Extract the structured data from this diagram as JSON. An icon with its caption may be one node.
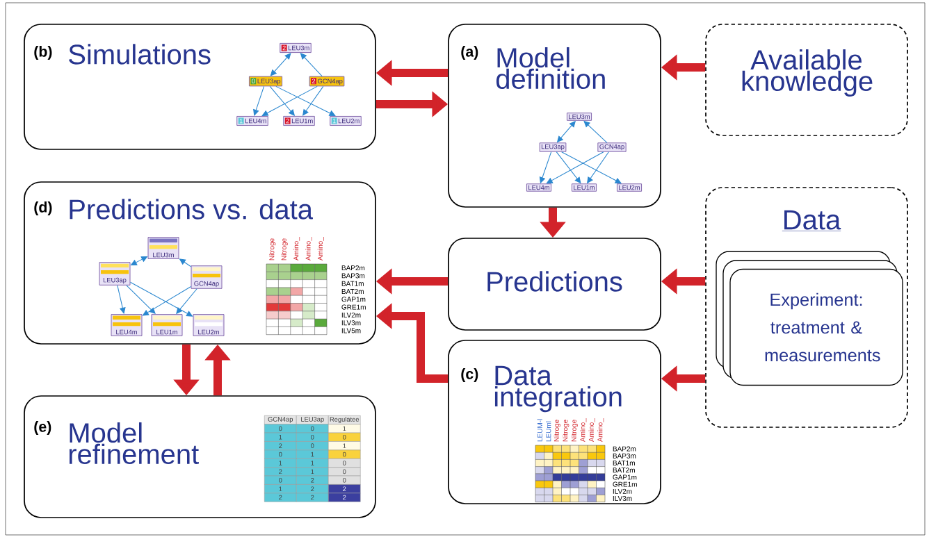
{
  "diagram": {
    "nodes": [
      {
        "text": [
          "(b)",
          "Simulations"
        ]
      },
      {
        "text": [
          "2",
          "LEU3m"
        ],
        "in": 0
      },
      {
        "text": [
          "0",
          "LEU3ap"
        ],
        "in": 0
      },
      {
        "text": [
          "2",
          "GCN4ap"
        ],
        "in": 0
      },
      {
        "text": [
          "1",
          "LEU4m"
        ],
        "in": 0
      },
      {
        "text": [
          "2",
          "LEU1m"
        ],
        "in": 0
      },
      {
        "text": [
          "1",
          "LEU2m"
        ],
        "in": 0
      },
      {
        "text": [
          "(a)",
          "Model definition"
        ]
      },
      {
        "text": [
          "LEU3m"
        ],
        "in": 7
      },
      {
        "text": [
          "LEU3ap"
        ],
        "in": 7
      },
      {
        "text": [
          "GCN4ap"
        ],
        "in": 7
      },
      {
        "text": [
          "LEU4m"
        ],
        "in": 7
      },
      {
        "text": [
          "LEU1m"
        ],
        "in": 7
      },
      {
        "text": [
          "LEU2m"
        ],
        "in": 7
      },
      {
        "text": [
          "Available knowledge"
        ]
      },
      {
        "text": [
          "(d)",
          "Predictions vs. data"
        ]
      },
      {
        "text": [
          "LEU3m"
        ],
        "in": 15
      },
      {
        "text": [
          "LEU3ap"
        ],
        "in": 15
      },
      {
        "text": [
          "GCN4ap"
        ],
        "in": 15
      },
      {
        "text": [
          "LEU4m"
        ],
        "in": 15
      },
      {
        "text": [
          "LEU1m"
        ],
        "in": 15
      },
      {
        "text": [
          "LEU2m"
        ],
        "in": 15
      },
      {
        "text": [
          "Predictions"
        ]
      },
      {
        "text": [
          "Data"
        ]
      },
      {
        "text": [
          "Experiment: treatment & measurements"
        ],
        "in": 23
      },
      {
        "text": [
          "(c)",
          "Data integration"
        ]
      },
      {
        "text": [
          "(e)",
          "Model refinement"
        ]
      }
    ],
    "edges": [
      {
        "from": 7,
        "to": 0,
        "arrow": "to",
        "style": "thick",
        "color": "#d2232a"
      },
      {
        "from": 0,
        "to": 7,
        "arrow": "to",
        "style": "thick",
        "color": "#d2232a"
      },
      {
        "from": 14,
        "to": 7,
        "arrow": "to",
        "style": "thick",
        "color": "#d2232a"
      },
      {
        "from": 7,
        "to": 22,
        "arrow": "to",
        "style": "thick",
        "color": "#d2232a"
      },
      {
        "from": 22,
        "to": 15,
        "arrow": "to",
        "style": "thick",
        "color": "#d2232a"
      },
      {
        "from": 23,
        "to": 22,
        "arrow": "to",
        "style": "thick",
        "color": "#d2232a"
      },
      {
        "from": 23,
        "to": 25,
        "arrow": "to",
        "style": "thick",
        "color": "#d2232a"
      },
      {
        "from": 25,
        "to": 15,
        "arrow": "to",
        "style": "thick",
        "color": "#d2232a"
      },
      {
        "from": 15,
        "to": 26,
        "arrow": "to",
        "style": "thick",
        "color": "#d2232a"
      },
      {
        "from": 26,
        "to": 15,
        "arrow": "to",
        "style": "thick",
        "color": "#d2232a"
      },
      {
        "from": 2,
        "to": 1,
        "arrow": "both"
      },
      {
        "from": 3,
        "to": 1,
        "arrow": "to"
      },
      {
        "from": 2,
        "to": 4,
        "arrow": "to"
      },
      {
        "from": 2,
        "to": 5,
        "arrow": "to"
      },
      {
        "from": 2,
        "to": 6,
        "arrow": "to"
      },
      {
        "from": 3,
        "to": 4,
        "arrow": "to"
      },
      {
        "from": 3,
        "to": 5,
        "arrow": "to"
      },
      {
        "from": 9,
        "to": 8,
        "arrow": "both"
      },
      {
        "from": 10,
        "to": 8,
        "arrow": "to"
      },
      {
        "from": 9,
        "to": 11,
        "arrow": "to"
      },
      {
        "from": 9,
        "to": 12,
        "arrow": "to"
      },
      {
        "from": 9,
        "to": 13,
        "arrow": "to"
      },
      {
        "from": 10,
        "to": 11,
        "arrow": "to"
      },
      {
        "from": 10,
        "to": 12,
        "arrow": "to"
      },
      {
        "from": 17,
        "to": 16,
        "arrow": "both"
      },
      {
        "from": 18,
        "to": 16,
        "arrow": "to"
      },
      {
        "from": 17,
        "to": 19,
        "arrow": "to"
      },
      {
        "from": 17,
        "to": 20,
        "arrow": "to"
      },
      {
        "from": 17,
        "to": 21,
        "arrow": "to"
      },
      {
        "from": 18,
        "to": 19,
        "arrow": "to"
      },
      {
        "from": 18,
        "to": 20,
        "arrow": "to"
      }
    ],
    "labels": [
      "Nitroge",
      "Nitroge",
      "Amino_",
      "Amino_",
      "Amino_",
      "BAP2m",
      "BAP3m",
      "BAT1m",
      "BAT2m",
      "GAP1m",
      "GRE1m",
      "ILV2m",
      "ILV3m",
      "ILV5m",
      "LEUM-l",
      "LEUml",
      "Nitroge",
      "Nitroge",
      "Nitroge",
      "Amino_",
      "Amino_",
      "Amino_",
      "BAP2m",
      "BAP3m",
      "BAT1m",
      "BAT2m",
      "GAP1m",
      "GRE1m",
      "ILV2m",
      "ILV3m",
      "GCN4ap",
      "LEU3ap",
      "Regulatee",
      "0",
      "0",
      "1",
      "1",
      "0",
      "0",
      "2",
      "0",
      "1",
      "0",
      "1",
      "0",
      "1",
      "1",
      "0",
      "2",
      "1",
      "0",
      "0",
      "2",
      "0",
      "1",
      "2",
      "2",
      "2",
      "2",
      "2"
    ]
  }
}
